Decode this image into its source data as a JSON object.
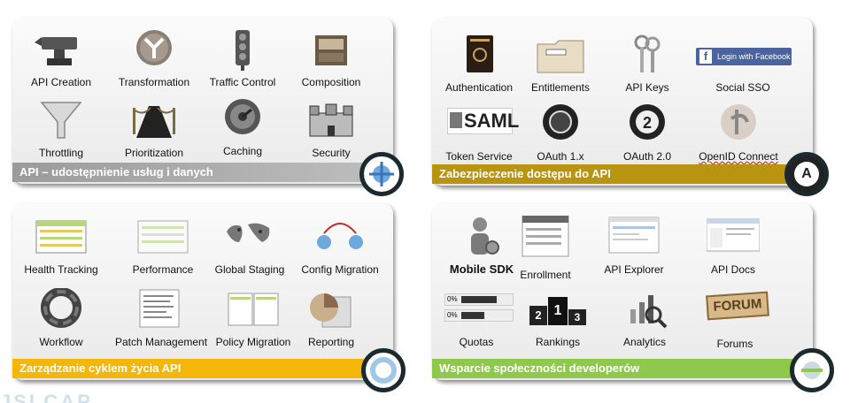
{
  "panels": [
    {
      "title": "API – udostępnienie usług i danych",
      "tiles": [
        "API Creation",
        "Transformation",
        "Traffic Control",
        "Composition",
        "Throttling",
        "Prioritization",
        "Caching",
        "Security"
      ]
    },
    {
      "title": "Zabezpieczenie dostępu do API",
      "tiles": [
        "Authentication",
        "Entitlements",
        "API Keys",
        "Social SSO",
        "Token Service",
        "OAuth 1.x",
        "OAuth 2.0",
        "OpenID Connect"
      ],
      "facebook_button": "Login with Facebook",
      "saml_text": "SAML",
      "oauth_badge_letter": "A"
    },
    {
      "title": "Zarządzanie cyklem życia API",
      "tiles": [
        "Health Tracking",
        "Performance",
        "Global Staging",
        "Config Migration",
        "Workflow",
        "Patch Management",
        "Policy Migration",
        "Reporting"
      ]
    },
    {
      "title": "Wsparcie społeczności developerów",
      "tiles": [
        "Mobile SDK",
        "Enrollment",
        "API Explorer",
        "API Docs",
        "Quotas",
        "Rankings",
        "Analytics",
        "Forums"
      ],
      "quota_labels": [
        "0%",
        "0%"
      ],
      "rank_numbers": [
        "2",
        "1",
        "3"
      ],
      "forum_text": "FORUM"
    }
  ],
  "watermark": "JSLCAP",
  "colors": {
    "band_gray": "#9b9b9b",
    "band_gold": "#b89411",
    "band_orange": "#f5b60a",
    "band_green": "#8fc94b",
    "badge_ring": "#1b2a2e"
  }
}
